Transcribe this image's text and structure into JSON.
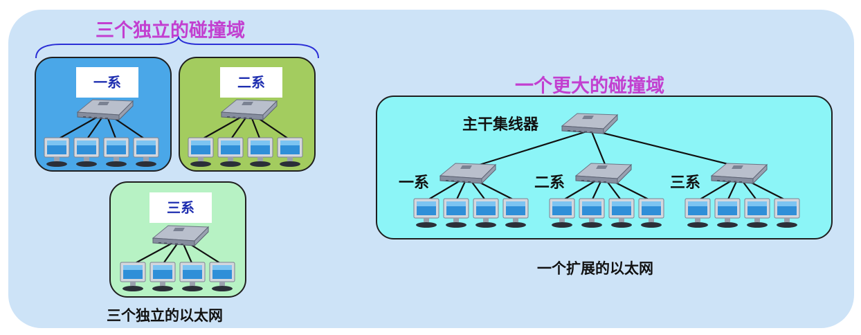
{
  "left_section": {
    "heading": "三个独立的碰撞域",
    "caption": "三个独立的以太网",
    "domains": [
      {
        "label": "一系",
        "color": "#4aa7e8"
      },
      {
        "label": "二系",
        "color": "#a3cc5f"
      },
      {
        "label": "三系",
        "color": "#b7f2c4"
      }
    ]
  },
  "right_section": {
    "heading": "一个更大的碰撞域",
    "caption": "一个扩展的以太网",
    "backbone_label": "主干集线器",
    "color": "#8cf5f7",
    "groups": [
      {
        "label": "一系"
      },
      {
        "label": "二系"
      },
      {
        "label": "三系"
      }
    ]
  },
  "colors": {
    "heading": "#c23fd0",
    "tag_text": "#1f2fb0",
    "background": "#cde3f7"
  },
  "icons": {
    "hub": "hub-icon",
    "computer": "computer-icon"
  }
}
